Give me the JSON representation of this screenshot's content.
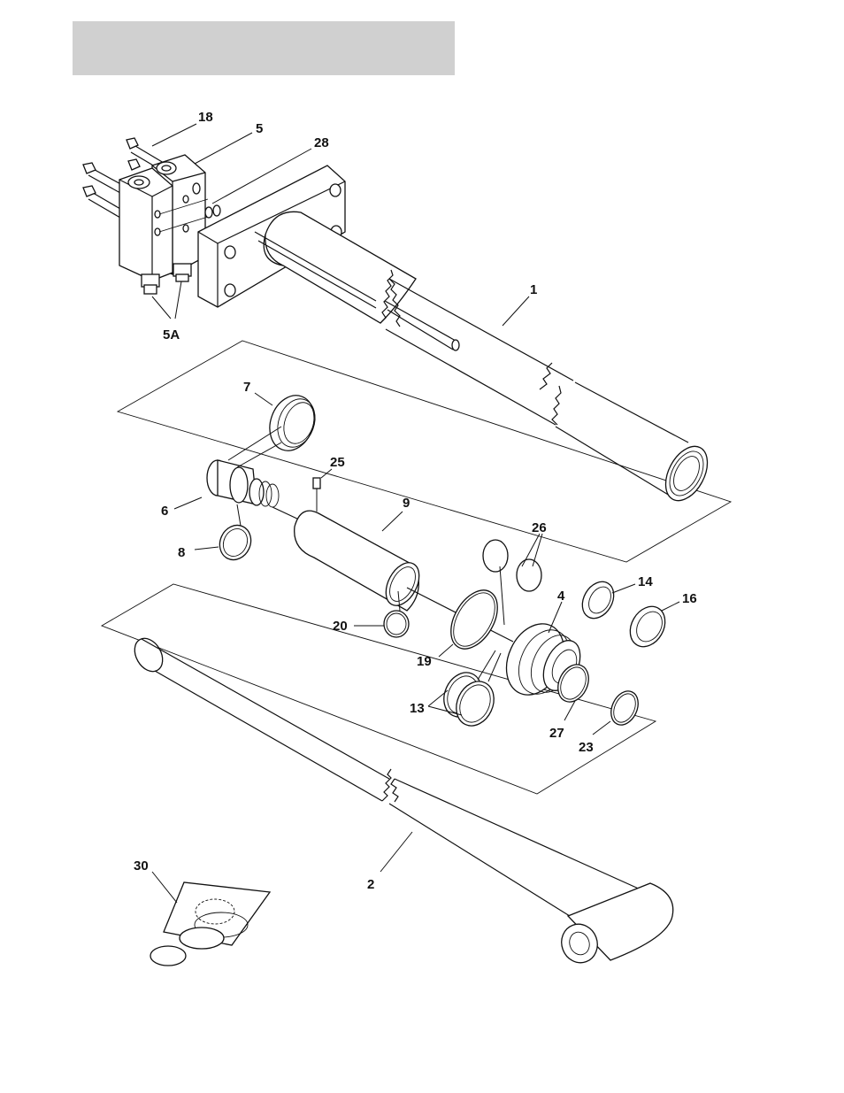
{
  "header": {
    "title": ""
  },
  "callouts": {
    "c18": "18",
    "c5": "5",
    "c28": "28",
    "c1": "1",
    "c5A": "5A",
    "c7": "7",
    "c25": "25",
    "c6": "6",
    "c9": "9",
    "c8": "8",
    "c26": "26",
    "c14": "14",
    "c4": "4",
    "c16": "16",
    "c20": "20",
    "c19": "19",
    "c13": "13",
    "c27": "27",
    "c23": "23",
    "c2": "2",
    "c30": "30"
  }
}
